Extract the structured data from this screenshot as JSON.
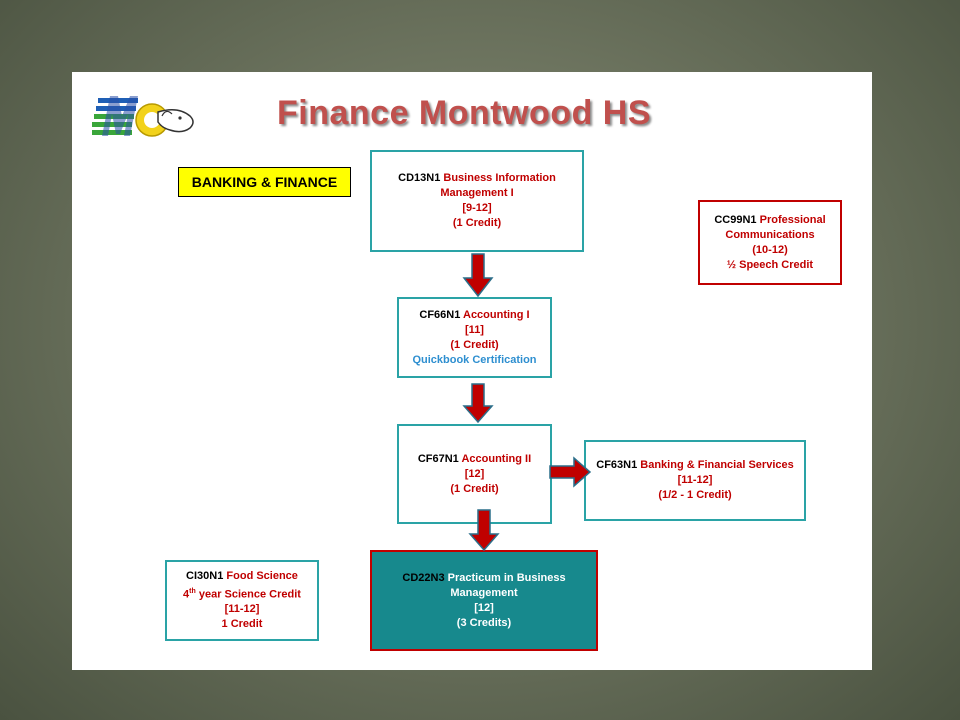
{
  "title": "Finance Montwood HS",
  "cluster_label": "BANKING & FINANCE",
  "colors": {
    "title": "#c0504d",
    "course_name": "#c00000",
    "box_border_teal": "#2aa3a6",
    "box_border_red": "#c00000",
    "final_fill": "#17898d",
    "arrow": "#c00000",
    "tag_bg": "#ffff00"
  },
  "courses": {
    "bim1": {
      "code": "CD13N1",
      "name_a": "Business Information",
      "name_b": "Management I",
      "grade": "[9-12]",
      "credit": "(1 Credit)"
    },
    "acc1": {
      "code": "CF66N1",
      "name": "Accounting I",
      "grade": "[11]",
      "credit": "(1 Credit)",
      "cert": "Quickbook Certification"
    },
    "acc2": {
      "code": "CF67N1",
      "name": "Accounting II",
      "grade": "[12]",
      "credit": "(1 Credit)"
    },
    "bfs": {
      "code": "CF63N1",
      "name": "Banking & Financial Services",
      "grade": "[11-12]",
      "credit": "(1/2 - 1 Credit)"
    },
    "practicum": {
      "code": "CD22N3",
      "name_a": "Practicum in Business",
      "name_b": "Management",
      "grade": "[12]",
      "credit": "(3 Credits)"
    },
    "comm": {
      "code": "CC99N1",
      "name_a": "Professional",
      "name_b": "Communications",
      "grade": "(10-12)",
      "credit": "½  Speech Credit"
    },
    "food": {
      "code": "CI30N1",
      "name": "Food Science",
      "science_num": "4",
      "science_sup": "th",
      "science_rest": " year Science Credit",
      "grade": "[11-12]",
      "credit": "1 Credit"
    }
  }
}
